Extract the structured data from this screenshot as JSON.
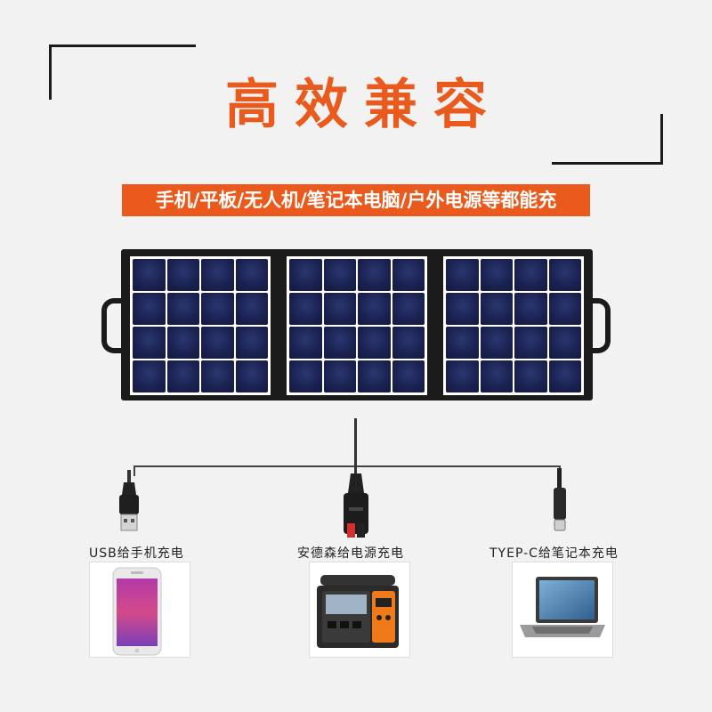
{
  "headline": "高效兼容",
  "banner": "手机/平板/无人机/笔记本电脑/户外电源等都能充",
  "outputs": [
    {
      "label": "USB给手机充电",
      "icon": "usb-connector-icon"
    },
    {
      "label": "安德森给电源充电",
      "icon": "anderson-connector-icon"
    },
    {
      "label": "TYEP-C给笔记本充电",
      "icon": "usb-c-connector-icon"
    }
  ],
  "colors": {
    "accent": "#ea5a1c",
    "panel_cells": "#1a2150",
    "panel_frame": "#1b1b1b",
    "background": "#f2f2f2"
  }
}
